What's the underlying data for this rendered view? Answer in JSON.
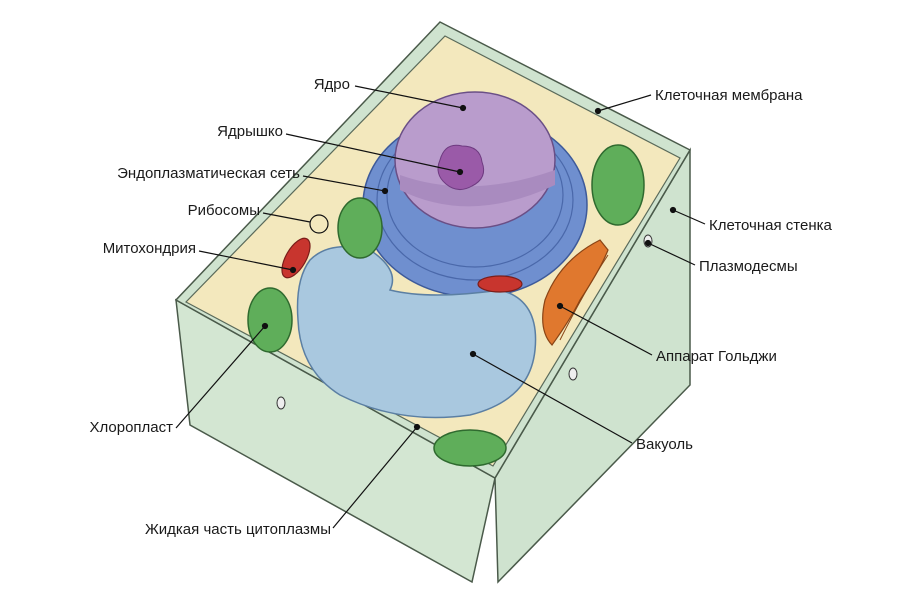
{
  "labels": {
    "nucleus": "Ядро",
    "nucleolus": "Ядрышко",
    "er": "Эндоплазматическая сеть",
    "ribosomes": "Рибосомы",
    "mitochondria": "Митохондрия",
    "chloroplast": "Хлоропласт",
    "cytosol": "Жидкая часть цитоплазмы",
    "vacuole": "Вакуоль",
    "golgi": "Аппарат Гольджи",
    "plasmodesmata": "Плазмодесмы",
    "cell_wall": "Клеточная стенка",
    "cell_membrane": "Клеточная мембрана"
  },
  "colors": {
    "cytoplasm": "#f3e8bd",
    "wall": "#d3e6d2",
    "nucleus": "#b99ccc",
    "nucleolus": "#9a5aa8",
    "er": "#6f8fcf",
    "vacuole": "#a9c8df",
    "chloroplast": "#5fae5a",
    "mitochondria": "#c8352e",
    "golgi": "#e0782e"
  }
}
